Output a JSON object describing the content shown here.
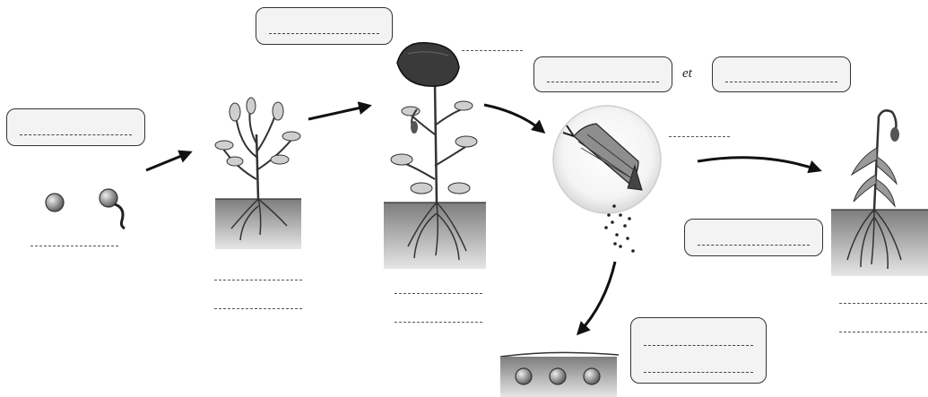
{
  "connector_word": "et",
  "colors": {
    "ink": "#222222",
    "box_fill": "#f3f3f3",
    "soil_dark": "#8a8a8a",
    "soil_light": "#e2e2e2",
    "flower": "#3a3a3a"
  },
  "stages": [
    {
      "name": "seed-germination"
    },
    {
      "name": "young-plant"
    },
    {
      "name": "flowering-plant"
    },
    {
      "name": "seed-capsule"
    },
    {
      "name": "withered-plant"
    },
    {
      "name": "seeds-in-soil"
    }
  ]
}
